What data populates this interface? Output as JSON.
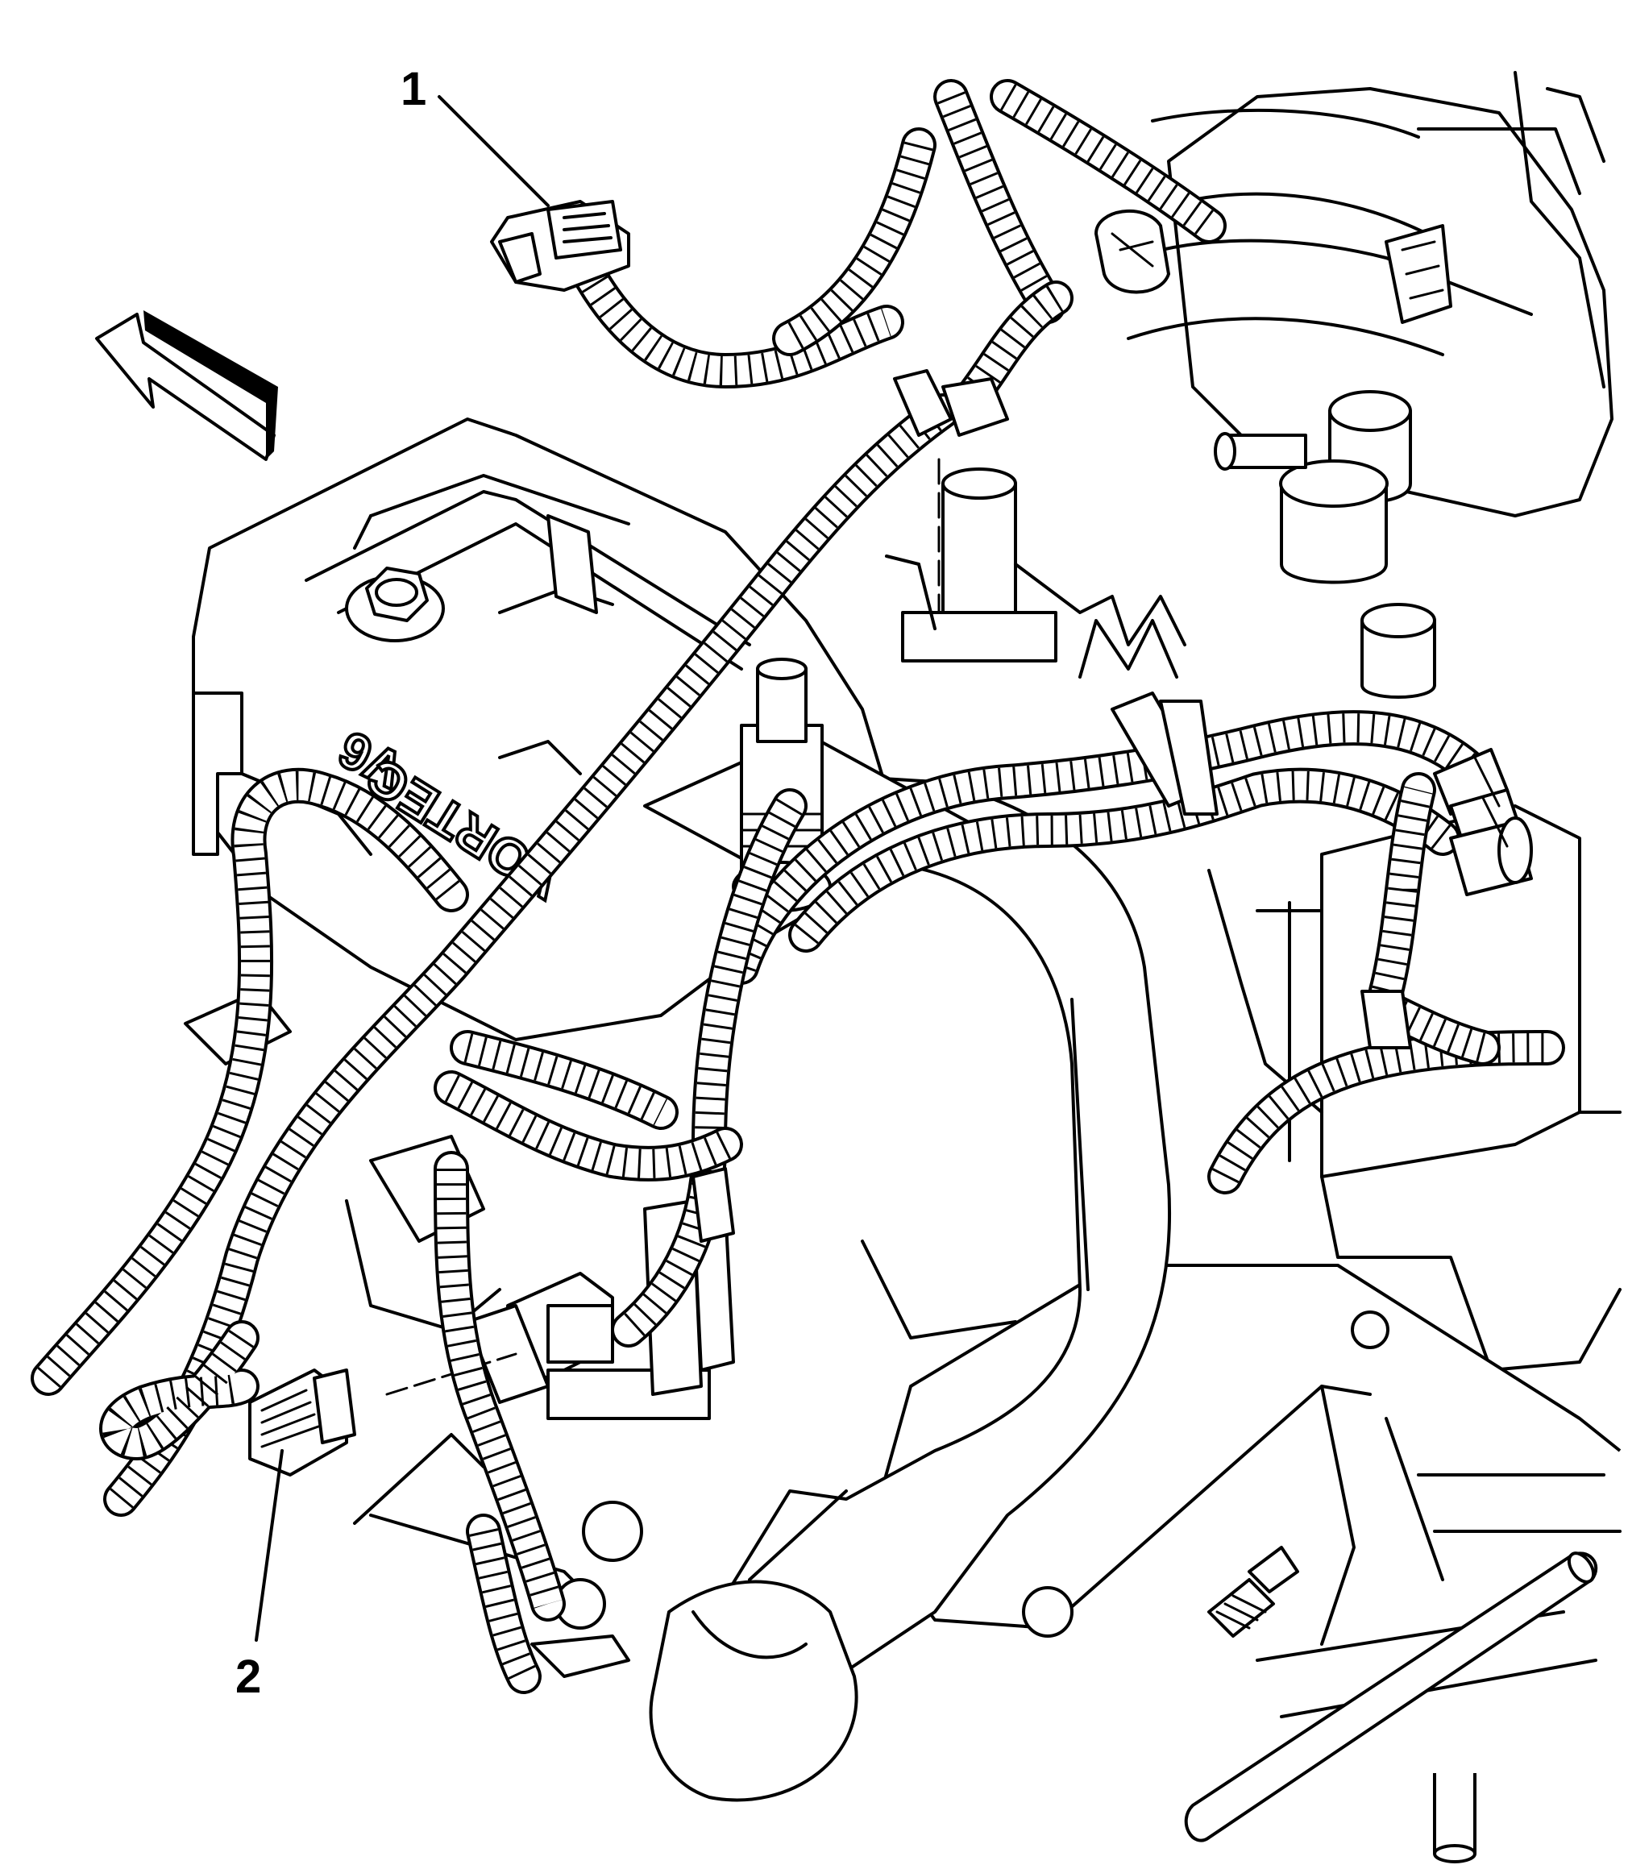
{
  "callouts": [
    {
      "label": "1"
    },
    {
      "label": "2"
    }
  ],
  "embossed_text": {
    "engine_mark": "V6",
    "maker_mark": "VORTEC"
  }
}
